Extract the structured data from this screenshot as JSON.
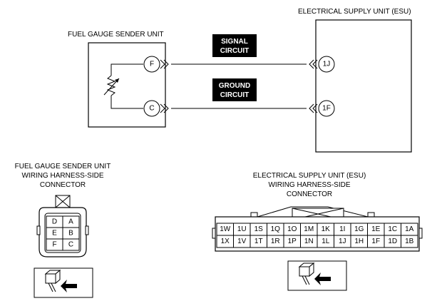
{
  "esu_title": "ELECTRICAL SUPPLY UNIT (ESU)",
  "sender_title": "FUEL GAUGE SENDER UNIT",
  "signal_badge": [
    "SIGNAL",
    "CIRCUIT"
  ],
  "ground_badge": [
    "GROUND",
    "CIRCUIT"
  ],
  "sender_pins": {
    "top": "F",
    "bottom": "C"
  },
  "esu_pins": {
    "top": "1J",
    "bottom": "1F"
  },
  "sender_connector_title": [
    "FUEL GAUGE SENDER UNIT",
    "WIRING HARNESS-SIDE",
    "CONNECTOR"
  ],
  "sender_connector_cells": [
    [
      "D",
      "A"
    ],
    [
      "E",
      "B"
    ],
    [
      "F",
      "C"
    ]
  ],
  "esu_connector_title": [
    "ELECTRICAL SUPPLY UNIT (ESU)",
    "WIRING HARNESS-SIDE",
    "CONNECTOR"
  ],
  "esu_connector_rows": [
    [
      "1W",
      "1U",
      "1S",
      "1Q",
      "1O",
      "1M",
      "1K",
      "1I",
      "1G",
      "1E",
      "1C",
      "1A"
    ],
    [
      "1X",
      "1V",
      "1T",
      "1R",
      "1P",
      "1N",
      "1L",
      "1J",
      "1H",
      "1F",
      "1D",
      "1B"
    ]
  ],
  "icons": [
    "connector-view-icon",
    "connector-view-icon"
  ]
}
